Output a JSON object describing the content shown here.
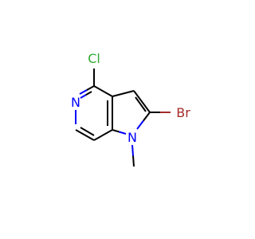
{
  "molecule": {
    "atoms": {
      "chlorine": "Cl",
      "bromine": "Br",
      "nitrogen_pyridine": "N",
      "nitrogen_pyrrole": "N"
    },
    "colors": {
      "bond": "#000000",
      "halogen": "#33aa33",
      "bromine": "#a52a2a",
      "nitrogen": "#0000ff"
    }
  }
}
